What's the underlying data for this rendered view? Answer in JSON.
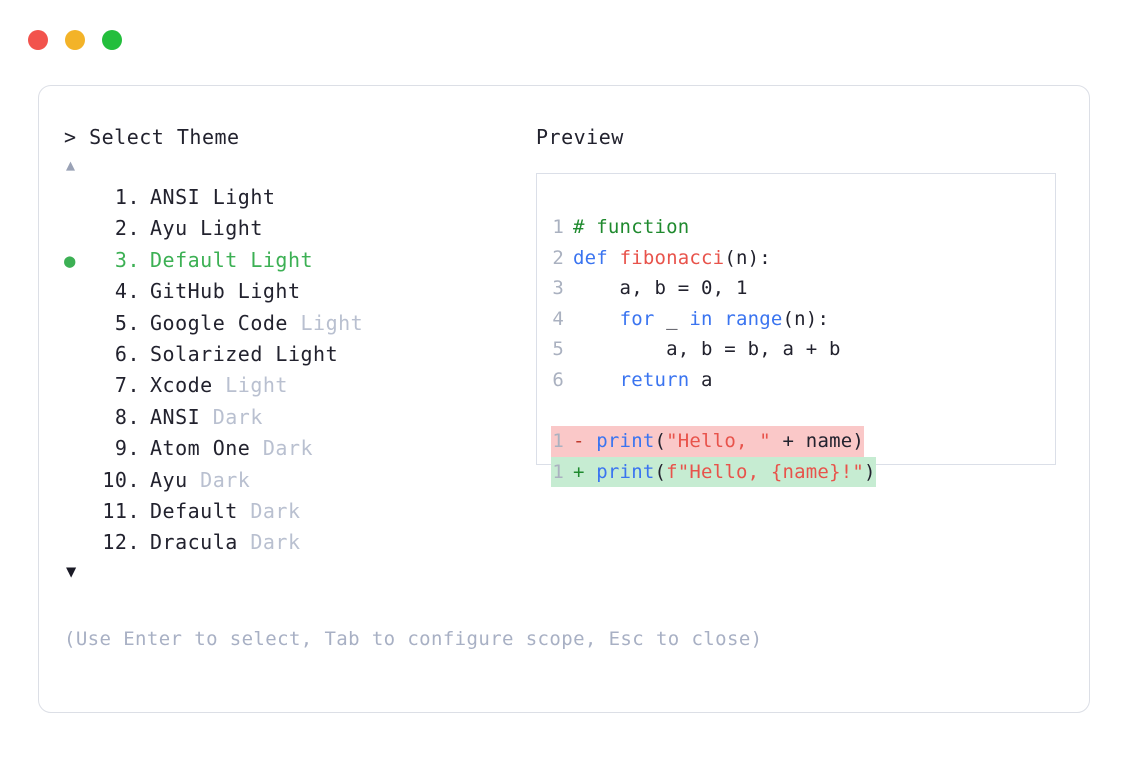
{
  "window": {
    "traffic_lights": [
      {
        "name": "close",
        "color": "#f2534d"
      },
      {
        "name": "minimize",
        "color": "#f3b328"
      },
      {
        "name": "maximize",
        "color": "#23be3c"
      }
    ]
  },
  "selector": {
    "prompt": "> Select Theme",
    "scroll_up_icon": "▲",
    "scroll_down_icon": "▼",
    "selected_index": 3,
    "selected_bullet": "●",
    "items": [
      {
        "index": "1.",
        "name": "ANSI",
        "suffix": " Light",
        "suffix_dim": false,
        "selected": false
      },
      {
        "index": "2.",
        "name": "Ayu",
        "suffix": " Light",
        "suffix_dim": false,
        "selected": false
      },
      {
        "index": "3.",
        "name": "Default",
        "suffix": " Light",
        "suffix_dim": false,
        "selected": true
      },
      {
        "index": "4.",
        "name": "GitHub",
        "suffix": " Light",
        "suffix_dim": false,
        "selected": false
      },
      {
        "index": "5.",
        "name": "Google Code",
        "suffix": " Light",
        "suffix_dim": true,
        "selected": false
      },
      {
        "index": "6.",
        "name": "Solarized",
        "suffix": " Light",
        "suffix_dim": false,
        "selected": false
      },
      {
        "index": "7.",
        "name": "Xcode",
        "suffix": " Light",
        "suffix_dim": true,
        "selected": false
      },
      {
        "index": "8.",
        "name": "ANSI",
        "suffix": " Dark",
        "suffix_dim": true,
        "selected": false
      },
      {
        "index": "9.",
        "name": "Atom One",
        "suffix": " Dark",
        "suffix_dim": true,
        "selected": false
      },
      {
        "index": "10.",
        "name": "Ayu",
        "suffix": " Dark",
        "suffix_dim": true,
        "selected": false
      },
      {
        "index": "11.",
        "name": "Default",
        "suffix": " Dark",
        "suffix_dim": true,
        "selected": false
      },
      {
        "index": "12.",
        "name": "Dracula",
        "suffix": " Dark",
        "suffix_dim": true,
        "selected": false
      }
    ],
    "hint": "(Use Enter to select, Tab to configure scope, Esc to close)"
  },
  "preview": {
    "label": "Preview",
    "code_lines": [
      {
        "ln": "1",
        "tokens": [
          {
            "t": "# function",
            "c": "tok-comment"
          }
        ]
      },
      {
        "ln": "2",
        "tokens": [
          {
            "t": "def ",
            "c": "tok-kw"
          },
          {
            "t": "fibonacci",
            "c": "tok-fn"
          },
          {
            "t": "(n):",
            "c": "tok-plain"
          }
        ]
      },
      {
        "ln": "3",
        "tokens": [
          {
            "t": "    a, b = 0, 1",
            "c": "tok-plain"
          }
        ]
      },
      {
        "ln": "4",
        "tokens": [
          {
            "t": "    ",
            "c": "tok-plain"
          },
          {
            "t": "for",
            "c": "tok-kw"
          },
          {
            "t": " _ ",
            "c": "tok-plain"
          },
          {
            "t": "in",
            "c": "tok-kw"
          },
          {
            "t": " ",
            "c": "tok-plain"
          },
          {
            "t": "range",
            "c": "tok-builtin"
          },
          {
            "t": "(n):",
            "c": "tok-plain"
          }
        ]
      },
      {
        "ln": "5",
        "tokens": [
          {
            "t": "        a, b = b, a + b",
            "c": "tok-plain"
          }
        ]
      },
      {
        "ln": "6",
        "tokens": [
          {
            "t": "    ",
            "c": "tok-plain"
          },
          {
            "t": "return",
            "c": "tok-kw"
          },
          {
            "t": " a",
            "c": "tok-plain"
          }
        ]
      }
    ],
    "diff_lines": [
      {
        "ln": "1",
        "kind": "del",
        "marker": "-",
        "tokens": [
          {
            "t": "print",
            "c": "tok-builtin"
          },
          {
            "t": "(",
            "c": "tok-plain"
          },
          {
            "t": "\"Hello, \"",
            "c": "tok-str"
          },
          {
            "t": " + name)",
            "c": "tok-plain"
          }
        ]
      },
      {
        "ln": "1",
        "kind": "add",
        "marker": "+",
        "tokens": [
          {
            "t": "print",
            "c": "tok-builtin"
          },
          {
            "t": "(",
            "c": "tok-plain"
          },
          {
            "t": "f\"Hello, {name}!\"",
            "c": "tok-str"
          },
          {
            "t": ")",
            "c": "tok-plain"
          }
        ]
      }
    ]
  },
  "colors": {
    "accent_green": "#3cb054",
    "dim_text": "#b9c0d0",
    "body_text": "#22222e",
    "border": "#dcdfe6",
    "diff_del_bg": "#fac8c8",
    "diff_add_bg": "#c6ecd2"
  }
}
